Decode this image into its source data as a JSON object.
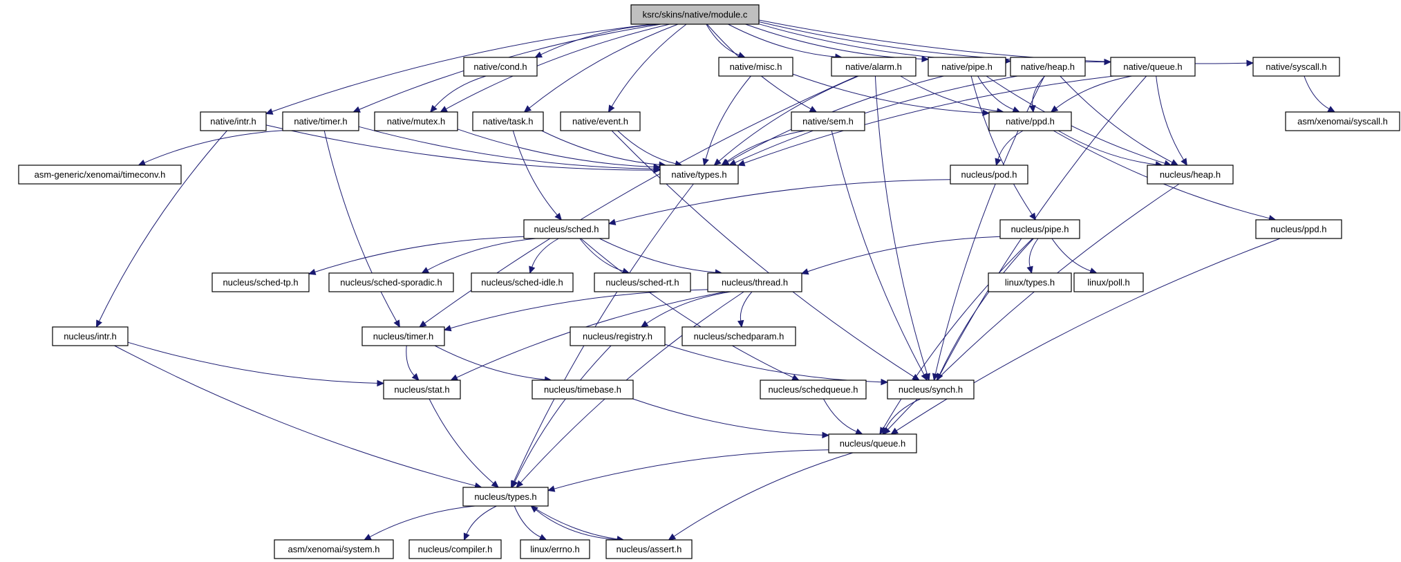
{
  "graph": {
    "title": "ksrc/skins/native/module.c",
    "colors": {
      "edge": "#191970",
      "root_fill": "#bfbfbf",
      "node_border": "#000000",
      "external_border": "#bfbfbf"
    },
    "nodes": [
      {
        "id": "module",
        "label": "ksrc/skins/native/module.c",
        "kind": "root"
      },
      {
        "id": "cond",
        "label": "native/cond.h",
        "kind": "file"
      },
      {
        "id": "misc",
        "label": "native/misc.h",
        "kind": "file"
      },
      {
        "id": "alarm",
        "label": "native/alarm.h",
        "kind": "file"
      },
      {
        "id": "pipe",
        "label": "native/pipe.h",
        "kind": "file"
      },
      {
        "id": "heap",
        "label": "native/heap.h",
        "kind": "file"
      },
      {
        "id": "queue",
        "label": "native/queue.h",
        "kind": "file"
      },
      {
        "id": "syscall",
        "label": "native/syscall.h",
        "kind": "file"
      },
      {
        "id": "intr",
        "label": "native/intr.h",
        "kind": "file"
      },
      {
        "id": "timer",
        "label": "native/timer.h",
        "kind": "file"
      },
      {
        "id": "mutex",
        "label": "native/mutex.h",
        "kind": "file"
      },
      {
        "id": "task",
        "label": "native/task.h",
        "kind": "file"
      },
      {
        "id": "event",
        "label": "native/event.h",
        "kind": "file"
      },
      {
        "id": "sem",
        "label": "native/sem.h",
        "kind": "file"
      },
      {
        "id": "nppd",
        "label": "native/ppd.h",
        "kind": "file"
      },
      {
        "id": "xsyscall",
        "label": "asm/xenomai/syscall.h",
        "kind": "external"
      },
      {
        "id": "timeconv",
        "label": "asm-generic/xenomai/timeconv.h",
        "kind": "external"
      },
      {
        "id": "ntypes",
        "label": "native/types.h",
        "kind": "file"
      },
      {
        "id": "nheap",
        "label": "nucleus/heap.h",
        "kind": "file"
      },
      {
        "id": "pod",
        "label": "nucleus/pod.h",
        "kind": "file"
      },
      {
        "id": "sched",
        "label": "nucleus/sched.h",
        "kind": "file"
      },
      {
        "id": "npipe",
        "label": "nucleus/pipe.h",
        "kind": "file"
      },
      {
        "id": "nucppd",
        "label": "nucleus/ppd.h",
        "kind": "file"
      },
      {
        "id": "schedtp",
        "label": "nucleus/sched-tp.h",
        "kind": "file"
      },
      {
        "id": "schedsporadic",
        "label": "nucleus/sched-sporadic.h",
        "kind": "file"
      },
      {
        "id": "schedidle",
        "label": "nucleus/sched-idle.h",
        "kind": "file"
      },
      {
        "id": "schedrt",
        "label": "nucleus/sched-rt.h",
        "kind": "file"
      },
      {
        "id": "thread",
        "label": "nucleus/thread.h",
        "kind": "file"
      },
      {
        "id": "ltypes",
        "label": "linux/types.h",
        "kind": "external"
      },
      {
        "id": "lpoll",
        "label": "linux/poll.h",
        "kind": "external"
      },
      {
        "id": "nintr",
        "label": "nucleus/intr.h",
        "kind": "file"
      },
      {
        "id": "ntimer",
        "label": "nucleus/timer.h",
        "kind": "file"
      },
      {
        "id": "registry",
        "label": "nucleus/registry.h",
        "kind": "file"
      },
      {
        "id": "schedparam",
        "label": "nucleus/schedparam.h",
        "kind": "file"
      },
      {
        "id": "stat",
        "label": "nucleus/stat.h",
        "kind": "file"
      },
      {
        "id": "timebase",
        "label": "nucleus/timebase.h",
        "kind": "file"
      },
      {
        "id": "schedqueue",
        "label": "nucleus/schedqueue.h",
        "kind": "file"
      },
      {
        "id": "synch",
        "label": "nucleus/synch.h",
        "kind": "file"
      },
      {
        "id": "nqueue",
        "label": "nucleus/queue.h",
        "kind": "file"
      },
      {
        "id": "nuctypes",
        "label": "nucleus/types.h",
        "kind": "file"
      },
      {
        "id": "xsystem",
        "label": "asm/xenomai/system.h",
        "kind": "external"
      },
      {
        "id": "compiler",
        "label": "nucleus/compiler.h",
        "kind": "file"
      },
      {
        "id": "errno",
        "label": "linux/errno.h",
        "kind": "external"
      },
      {
        "id": "assert",
        "label": "nucleus/assert.h",
        "kind": "file"
      }
    ],
    "edges": [
      [
        "module",
        "cond"
      ],
      [
        "module",
        "misc"
      ],
      [
        "module",
        "alarm"
      ],
      [
        "module",
        "pipe"
      ],
      [
        "module",
        "heap"
      ],
      [
        "module",
        "queue"
      ],
      [
        "module",
        "syscall"
      ],
      [
        "module",
        "intr"
      ],
      [
        "module",
        "timer"
      ],
      [
        "module",
        "mutex"
      ],
      [
        "module",
        "task"
      ],
      [
        "module",
        "event"
      ],
      [
        "module",
        "sem"
      ],
      [
        "cond",
        "mutex"
      ],
      [
        "misc",
        "ntypes"
      ],
      [
        "misc",
        "nppd"
      ],
      [
        "alarm",
        "ntypes"
      ],
      [
        "alarm",
        "nppd"
      ],
      [
        "alarm",
        "synch"
      ],
      [
        "alarm",
        "ntimer"
      ],
      [
        "pipe",
        "ntypes"
      ],
      [
        "pipe",
        "nppd"
      ],
      [
        "pipe",
        "nheap"
      ],
      [
        "pipe",
        "npipe"
      ],
      [
        "heap",
        "ntypes"
      ],
      [
        "heap",
        "nppd"
      ],
      [
        "heap",
        "nheap"
      ],
      [
        "heap",
        "synch"
      ],
      [
        "queue",
        "ntypes"
      ],
      [
        "queue",
        "nppd"
      ],
      [
        "queue",
        "nheap"
      ],
      [
        "queue",
        "synch"
      ],
      [
        "syscall",
        "xsyscall"
      ],
      [
        "intr",
        "ntypes"
      ],
      [
        "intr",
        "nintr"
      ],
      [
        "timer",
        "ntypes"
      ],
      [
        "timer",
        "timeconv"
      ],
      [
        "timer",
        "ntimer"
      ],
      [
        "mutex",
        "ntypes"
      ],
      [
        "task",
        "ntypes"
      ],
      [
        "task",
        "sched"
      ],
      [
        "event",
        "ntypes"
      ],
      [
        "event",
        "synch"
      ],
      [
        "sem",
        "ntypes"
      ],
      [
        "sem",
        "synch"
      ],
      [
        "nppd",
        "pod"
      ],
      [
        "nppd",
        "nheap"
      ],
      [
        "nppd",
        "nucppd"
      ],
      [
        "ntypes",
        "nuctypes"
      ],
      [
        "nheap",
        "nqueue"
      ],
      [
        "pod",
        "sched"
      ],
      [
        "sched",
        "schedtp"
      ],
      [
        "sched",
        "schedsporadic"
      ],
      [
        "sched",
        "schedidle"
      ],
      [
        "sched",
        "schedrt"
      ],
      [
        "sched",
        "thread"
      ],
      [
        "sched",
        "schedqueue"
      ],
      [
        "npipe",
        "thread"
      ],
      [
        "npipe",
        "ltypes"
      ],
      [
        "npipe",
        "lpoll"
      ],
      [
        "npipe",
        "synch"
      ],
      [
        "npipe",
        "nqueue"
      ],
      [
        "nucppd",
        "nqueue"
      ],
      [
        "thread",
        "ntimer"
      ],
      [
        "thread",
        "registry"
      ],
      [
        "thread",
        "schedparam"
      ],
      [
        "thread",
        "stat"
      ],
      [
        "thread",
        "nuctypes"
      ],
      [
        "nintr",
        "stat"
      ],
      [
        "nintr",
        "nuctypes"
      ],
      [
        "ntimer",
        "stat"
      ],
      [
        "ntimer",
        "timebase"
      ],
      [
        "registry",
        "synch"
      ],
      [
        "registry",
        "nuctypes"
      ],
      [
        "stat",
        "nuctypes"
      ],
      [
        "timebase",
        "nqueue"
      ],
      [
        "schedqueue",
        "nqueue"
      ],
      [
        "synch",
        "nqueue"
      ],
      [
        "nqueue",
        "nuctypes"
      ],
      [
        "nqueue",
        "assert"
      ],
      [
        "nuctypes",
        "xsystem"
      ],
      [
        "nuctypes",
        "compiler"
      ],
      [
        "nuctypes",
        "errno"
      ],
      [
        "nuctypes",
        "assert"
      ],
      [
        "assert",
        "nuctypes"
      ]
    ]
  }
}
